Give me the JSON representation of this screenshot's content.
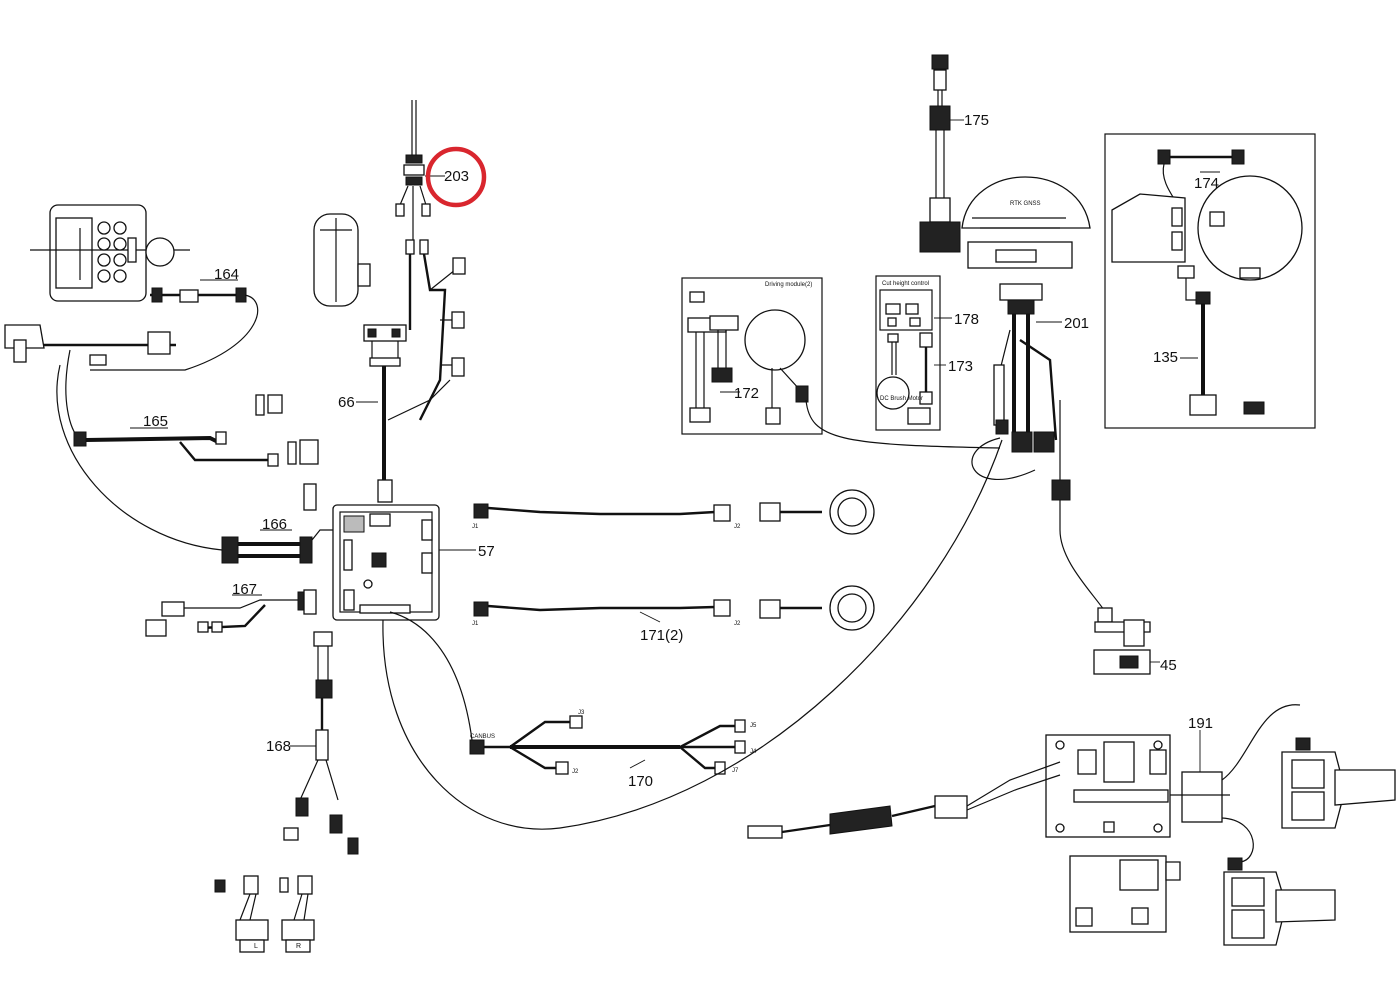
{
  "callouts": {
    "c203": "203",
    "c175": "175",
    "c174": "174",
    "c164": "164",
    "c66": "66",
    "c172": "172",
    "c178": "178",
    "c173": "173",
    "c201": "201",
    "c135": "135",
    "c165": "165",
    "c166": "166",
    "c57": "57",
    "c167": "167",
    "c171": "171(2)",
    "c45": "45",
    "c191": "191",
    "c168": "168",
    "c170": "170"
  },
  "inset_labels": {
    "driving_module": "Driving module(2)",
    "cut_height": "Cut height control",
    "dc_brush_motor": "DC Brush Motor",
    "rtk_gnss": "RTK GNSS"
  },
  "connector_labels": {
    "j1_top": "J1",
    "j2_top": "J2",
    "j1_bottom": "J1",
    "j2_bottom": "J2",
    "canbus": "CANBUS",
    "j3": "J3",
    "j2_170": "J2",
    "j5": "J5",
    "j4": "J4",
    "j7": "J7",
    "left_plug": "L",
    "right_plug": "R"
  },
  "colors": {
    "highlight": "#d9262e",
    "line": "#111111"
  }
}
